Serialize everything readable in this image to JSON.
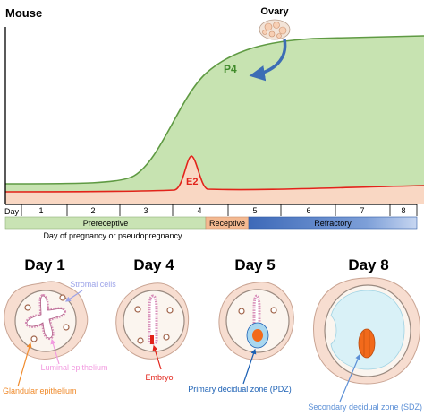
{
  "top_panel": {
    "species_label": "Mouse",
    "ovary_label": "Ovary",
    "p4_label": "P4",
    "e2_label": "E2",
    "day_axis_label": "Day",
    "day_ticks": [
      "1",
      "2",
      "3",
      "4",
      "5",
      "6",
      "7",
      "8"
    ],
    "phases": [
      {
        "label": "Prereceptive",
        "color": "#c9e3b4"
      },
      {
        "label": "Receptive",
        "color": "#f4b991"
      },
      {
        "label": "Refractory",
        "color": "#4a78c4"
      }
    ],
    "axis_caption": "Day of pregnancy or pseudopregnancy",
    "colors": {
      "p4_fill": "#c7e3b1",
      "p4_line": "#5f9a43",
      "e2_fill": "#f9d7c3",
      "e2_line": "#e2231a",
      "p4_text": "#3f8a2a",
      "arrow": "#3c6db5"
    }
  },
  "bottom_panel": {
    "day_titles": [
      "Day 1",
      "Day 4",
      "Day 5",
      "Day 8"
    ],
    "labels": {
      "stromal": "Stromal cells",
      "luminal": "Luminal epithelium",
      "glandular": "Glandular epithelium",
      "embryo": "Embryo",
      "pdz": "Primary decidual zone (PDZ)",
      "sdz": "Secondary decidual zone (SDZ)"
    },
    "colors": {
      "stromal": "#9ca3e8",
      "luminal": "#f29be0",
      "glandular": "#f08a2a",
      "embryo": "#e2231a",
      "pdz": "#1a5fb4",
      "sdz": "#5b8fd6",
      "uterus_fill": "#f7ddd0",
      "uterus_edge": "#c9a493",
      "decidua": "#d9f1f7"
    }
  }
}
